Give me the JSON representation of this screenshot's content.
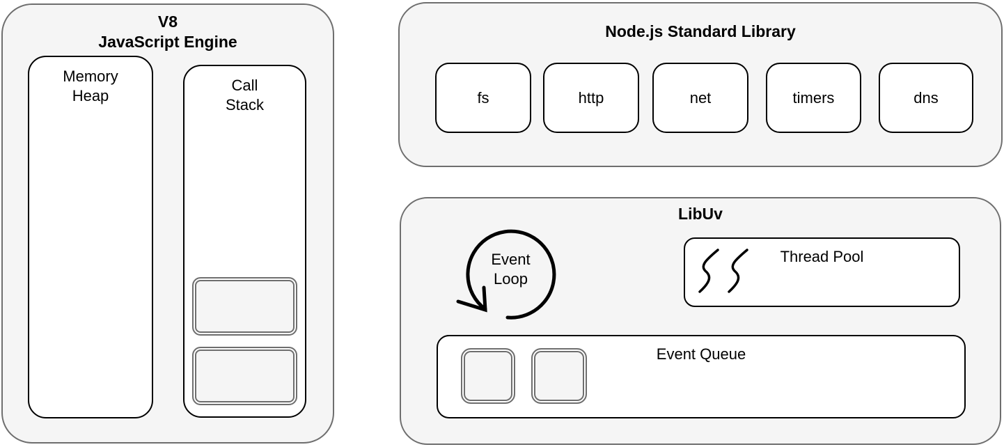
{
  "v8": {
    "title_line1": "V8",
    "title_line2": "JavaScript Engine",
    "memory_heap_line1": "Memory",
    "memory_heap_line2": "Heap",
    "call_stack_line1": "Call",
    "call_stack_line2": "Stack",
    "call_stack_frame_count": 2
  },
  "std_lib": {
    "title": "Node.js Standard Library",
    "modules": [
      "fs",
      "http",
      "net",
      "timers",
      "dns"
    ]
  },
  "libuv": {
    "title": "LibUv",
    "event_loop_line1": "Event",
    "event_loop_line2": "Loop",
    "thread_pool_label": "Thread Pool",
    "event_queue_label": "Event Queue",
    "queue_item_count": 2
  },
  "icons": {
    "event_loop": "circular-arrow-loop",
    "thread_pool": "thread-squiggles"
  },
  "colors": {
    "container_fill": "#f5f5f5",
    "container_border": "#6e6e6e",
    "box_fill": "#ffffff",
    "box_border": "#000000",
    "frame_fill": "#f5f5f5",
    "frame_border": "#6e6e6e",
    "text": "#000000"
  }
}
